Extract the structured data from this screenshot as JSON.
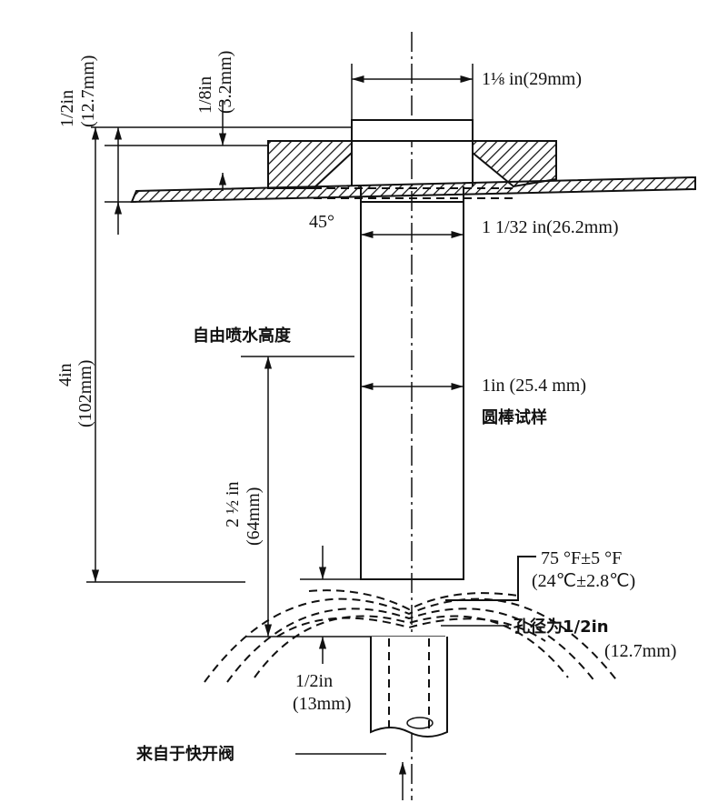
{
  "title": "Jominy end-quench test fixture",
  "labels": {
    "head_diameter": "1⅛ in(29mm)",
    "bore_diameter": "1 1/32 in(26.2mm)",
    "specimen_diameter": "1in (25.4 mm)",
    "specimen_name": "圆棒试样",
    "angle": "45°",
    "head_height_in": "1/2in",
    "head_height_mm": "(12.7mm)",
    "plate_thickness_in": "1/8in",
    "plate_thickness_mm": "(3.2mm)",
    "length_in": "4in",
    "length_mm": "(102mm)",
    "free_spray_height": "自由喷水高度",
    "spray_height_in": "2 ½ in",
    "spray_height_mm": "(64mm)",
    "temp_f": "75 °F±5 °F",
    "temp_c": "(24℃±2.8℃)",
    "orifice_cn": "孔径为1/2in",
    "orifice_mm": "(12.7mm)",
    "gap_in": "1/2in",
    "gap_mm": "(13mm)",
    "source": "来自于快开阀"
  }
}
